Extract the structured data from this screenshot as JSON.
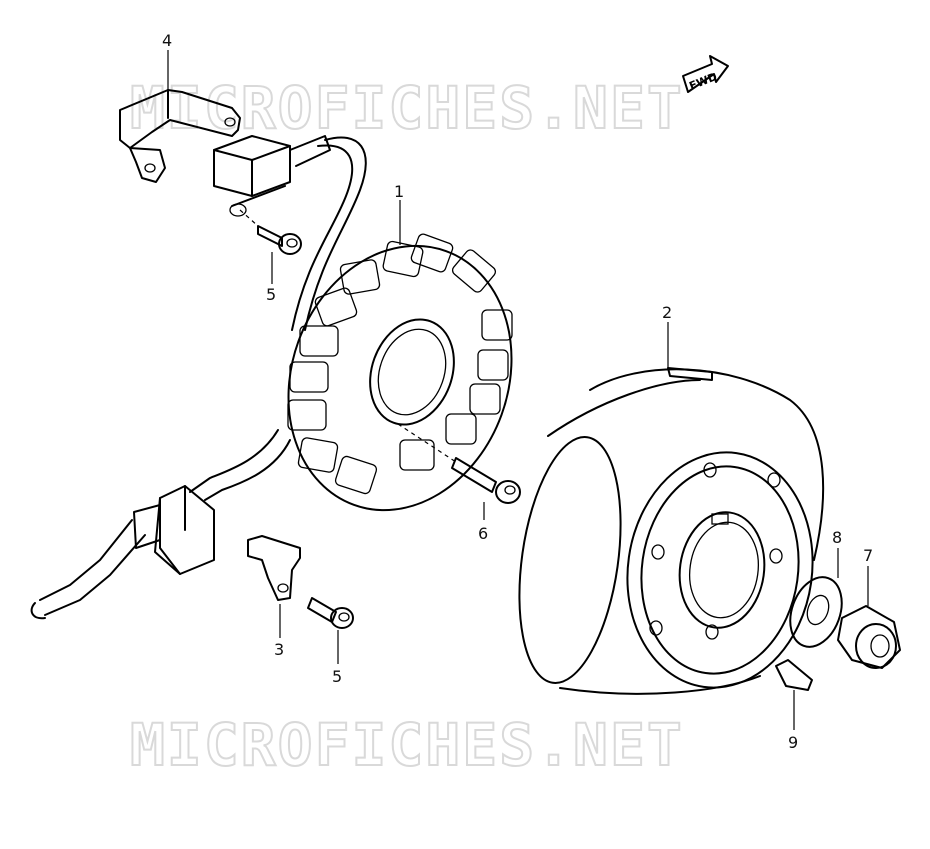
{
  "watermark": "MICROFICHES.NET",
  "fwd_label": "FWD",
  "callouts": {
    "stator": "1",
    "rotor": "2",
    "plate_clamp": "3",
    "bracket": "4",
    "bolt_upper": "5",
    "bolt_lower": "5",
    "stator_bolt": "6",
    "nut": "7",
    "washer": "8",
    "key": "9"
  }
}
